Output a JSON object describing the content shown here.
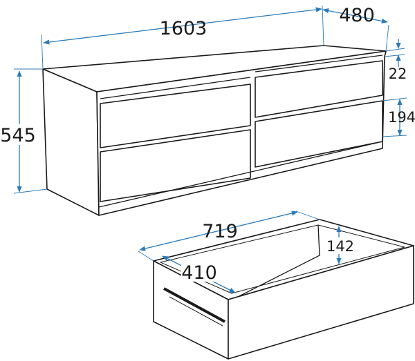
{
  "dimensions": {
    "width": "1603",
    "depth": "480",
    "top_thickness": "22",
    "drawer_front_height": "194",
    "height": "545",
    "drawer_inner_width": "719",
    "drawer_inner_height": "142",
    "drawer_inner_depth": "410"
  },
  "colors": {
    "dimension": "#2b7bb9",
    "outline": "#1a1a1a"
  }
}
